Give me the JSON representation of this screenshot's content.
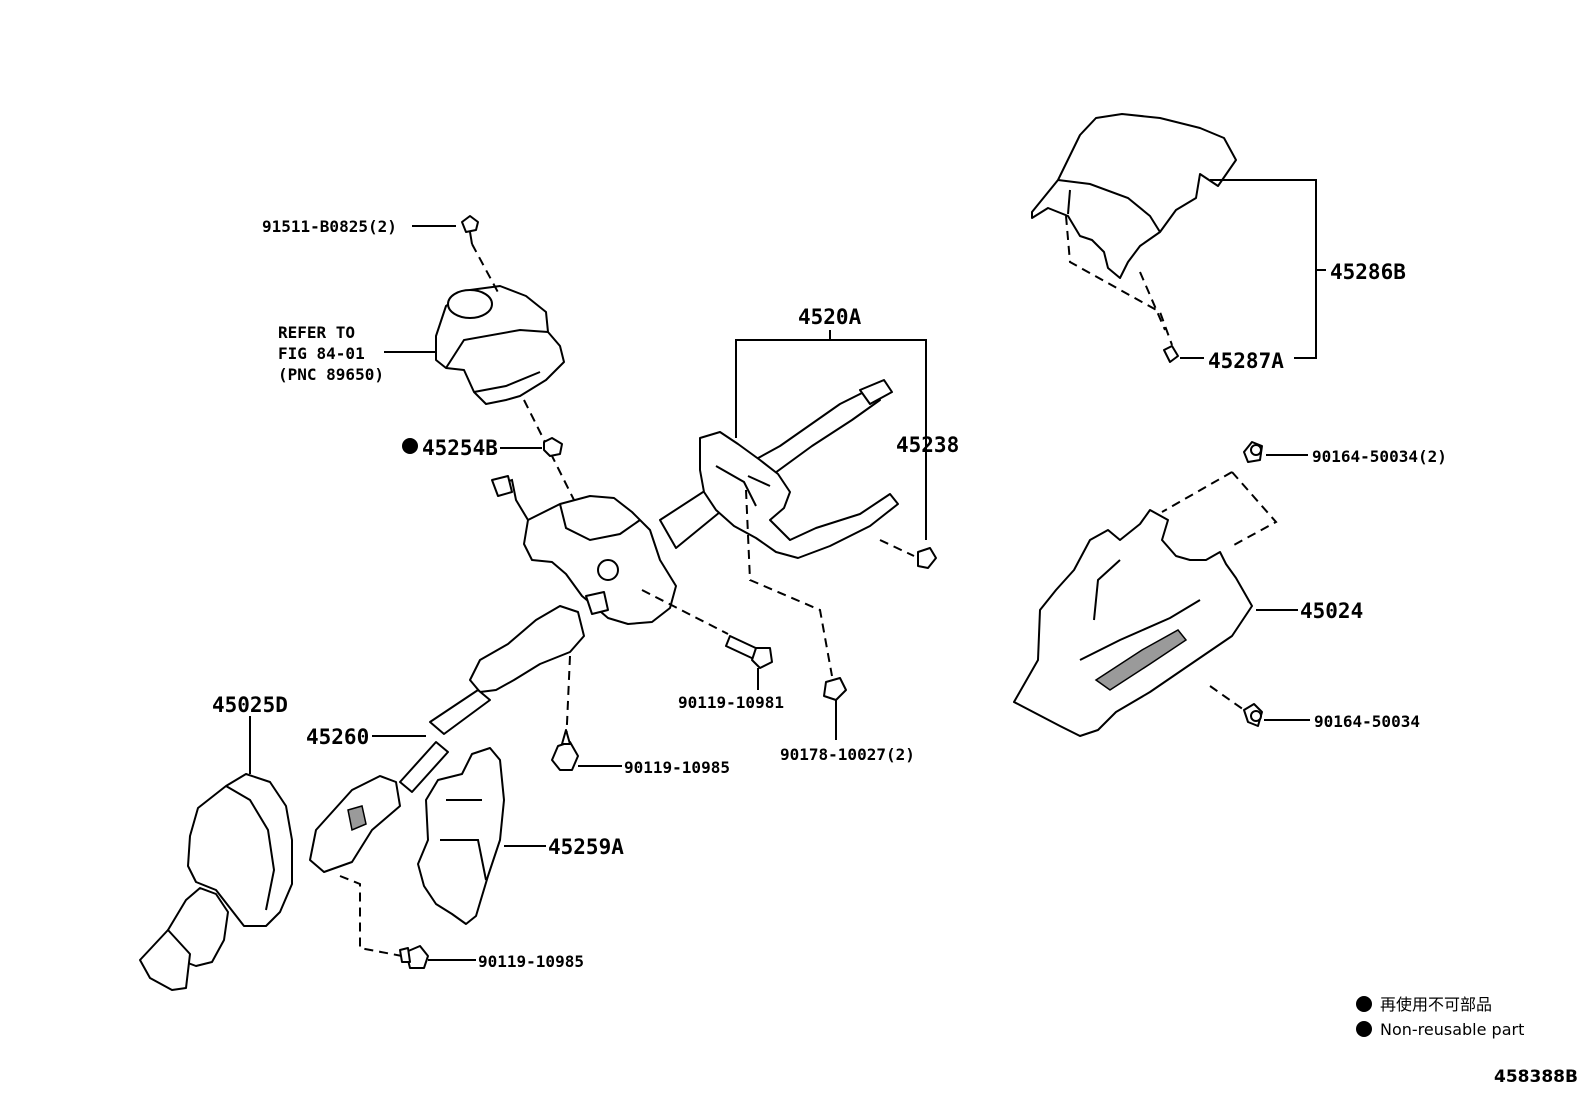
{
  "callouts": {
    "c_91511": "91511-B0825(2)",
    "c_refer_1": "REFER TO",
    "c_refer_2": "FIG 84-01",
    "c_refer_3": "(PNC 89650)",
    "c_45254B": "45254B",
    "c_4520A": "4520A",
    "c_45238": "45238",
    "c_45286B": "45286B",
    "c_45287A": "45287A",
    "c_90164_2": "90164-50034(2)",
    "c_45024": "45024",
    "c_90164": "90164-50034",
    "c_90119_10981": "90119-10981",
    "c_90178": "90178-10027(2)",
    "c_45025D": "45025D",
    "c_45260": "45260",
    "c_90119_10985_a": "90119-10985",
    "c_45259A": "45259A",
    "c_90119_10985_b": "90119-10985"
  },
  "legend": {
    "line1": "再使用不可部品",
    "line2": "Non-reusable part"
  },
  "diagram_code": "458388B"
}
